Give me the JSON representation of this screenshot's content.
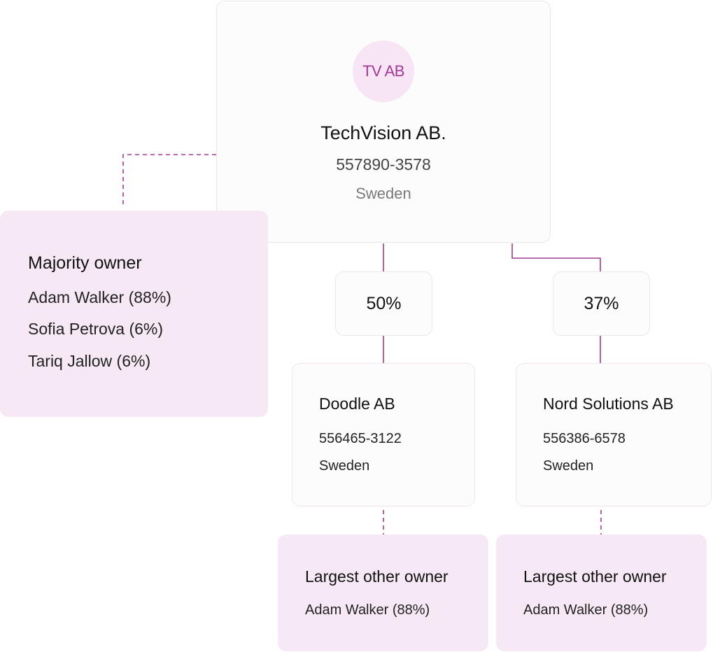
{
  "colors": {
    "connector": "#a23a93",
    "owner_card_bg": "#f7e8f5",
    "avatar_bg": "#f7e4f4",
    "avatar_text": "#a23a93",
    "card_border": "#ebe6ec"
  },
  "parent": {
    "initials": "TV AB",
    "name": "TechVision AB.",
    "org_number": "557890-3578",
    "country": "Sweden"
  },
  "majority_owner": {
    "title": "Majority owner",
    "owners": [
      "Adam Walker (88%)",
      "Sofia Petrova (6%)",
      "Tariq Jallow (6%)"
    ]
  },
  "subsidiaries": [
    {
      "ownership": "50%",
      "name": "Doodle AB",
      "org_number": "556465-3122",
      "country": "Sweden",
      "largest_other_owner": {
        "title": "Largest other owner",
        "owner": "Adam Walker (88%)"
      }
    },
    {
      "ownership": "37%",
      "name": "Nord Solutions AB",
      "org_number": "556386-6578",
      "country": "Sweden",
      "largest_other_owner": {
        "title": "Largest other owner",
        "owner": "Adam Walker (88%)"
      }
    }
  ]
}
